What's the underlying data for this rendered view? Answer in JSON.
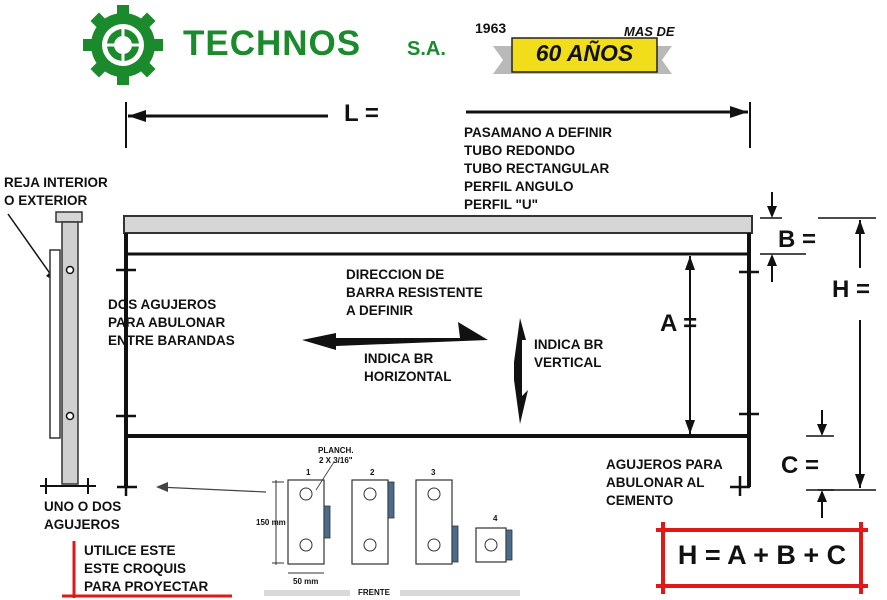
{
  "header": {
    "brand_name": "TECHNOS",
    "brand_suffix": "S.A.",
    "year": "1963",
    "anniversary_prefix": "MAS DE",
    "anniversary": "60 AÑOS"
  },
  "dimensions": {
    "length": "L =",
    "top_band": "B =",
    "middle": "A =",
    "bottom_band": "C =",
    "total_height": "H =",
    "formula": "H = A + B + C"
  },
  "labels": {
    "top_rail_options": "PASAMANO A DEFINIR\nTUBO REDONDO\nTUBO RECTANGULAR\nPERFIL ANGULO\nPERFIL \"U\"",
    "grille_type": "REJA INTERIOR\nO EXTERIOR",
    "bolt_holes_between": "DOS AGUJEROS\n      PARA ABULONAR\n      ENTRE BARANDAS",
    "bar_direction": "DIRECCION DE\nBARRA RESISTENTE\nA DEFINIR",
    "horizontal_bar": "INDICA BR\nHORIZONTAL",
    "vertical_bar": "INDICA BR\nVERTICAL",
    "cement_holes": "AGUJEROS PARA\nABULONAR AL\nCEMENTO",
    "post_holes": "UNO O DOS\nAGUJEROS",
    "note": "UTILICE ESTE\nESTE CROQUIS\nPARA PROYECTAR"
  },
  "plates": {
    "plate_label": "PLANCH.\n2 X 3/16\"",
    "height_dim": "150 mm",
    "width_dim": "50 mm",
    "front_label": "FRENTE",
    "numbers": [
      "1",
      "2",
      "3",
      "4"
    ]
  },
  "colors": {
    "brand_green": "#1a8a2c",
    "badge_yellow": "#f2dd1b",
    "note_red": "#e01818",
    "rail_gray": "#d6d6d6"
  }
}
